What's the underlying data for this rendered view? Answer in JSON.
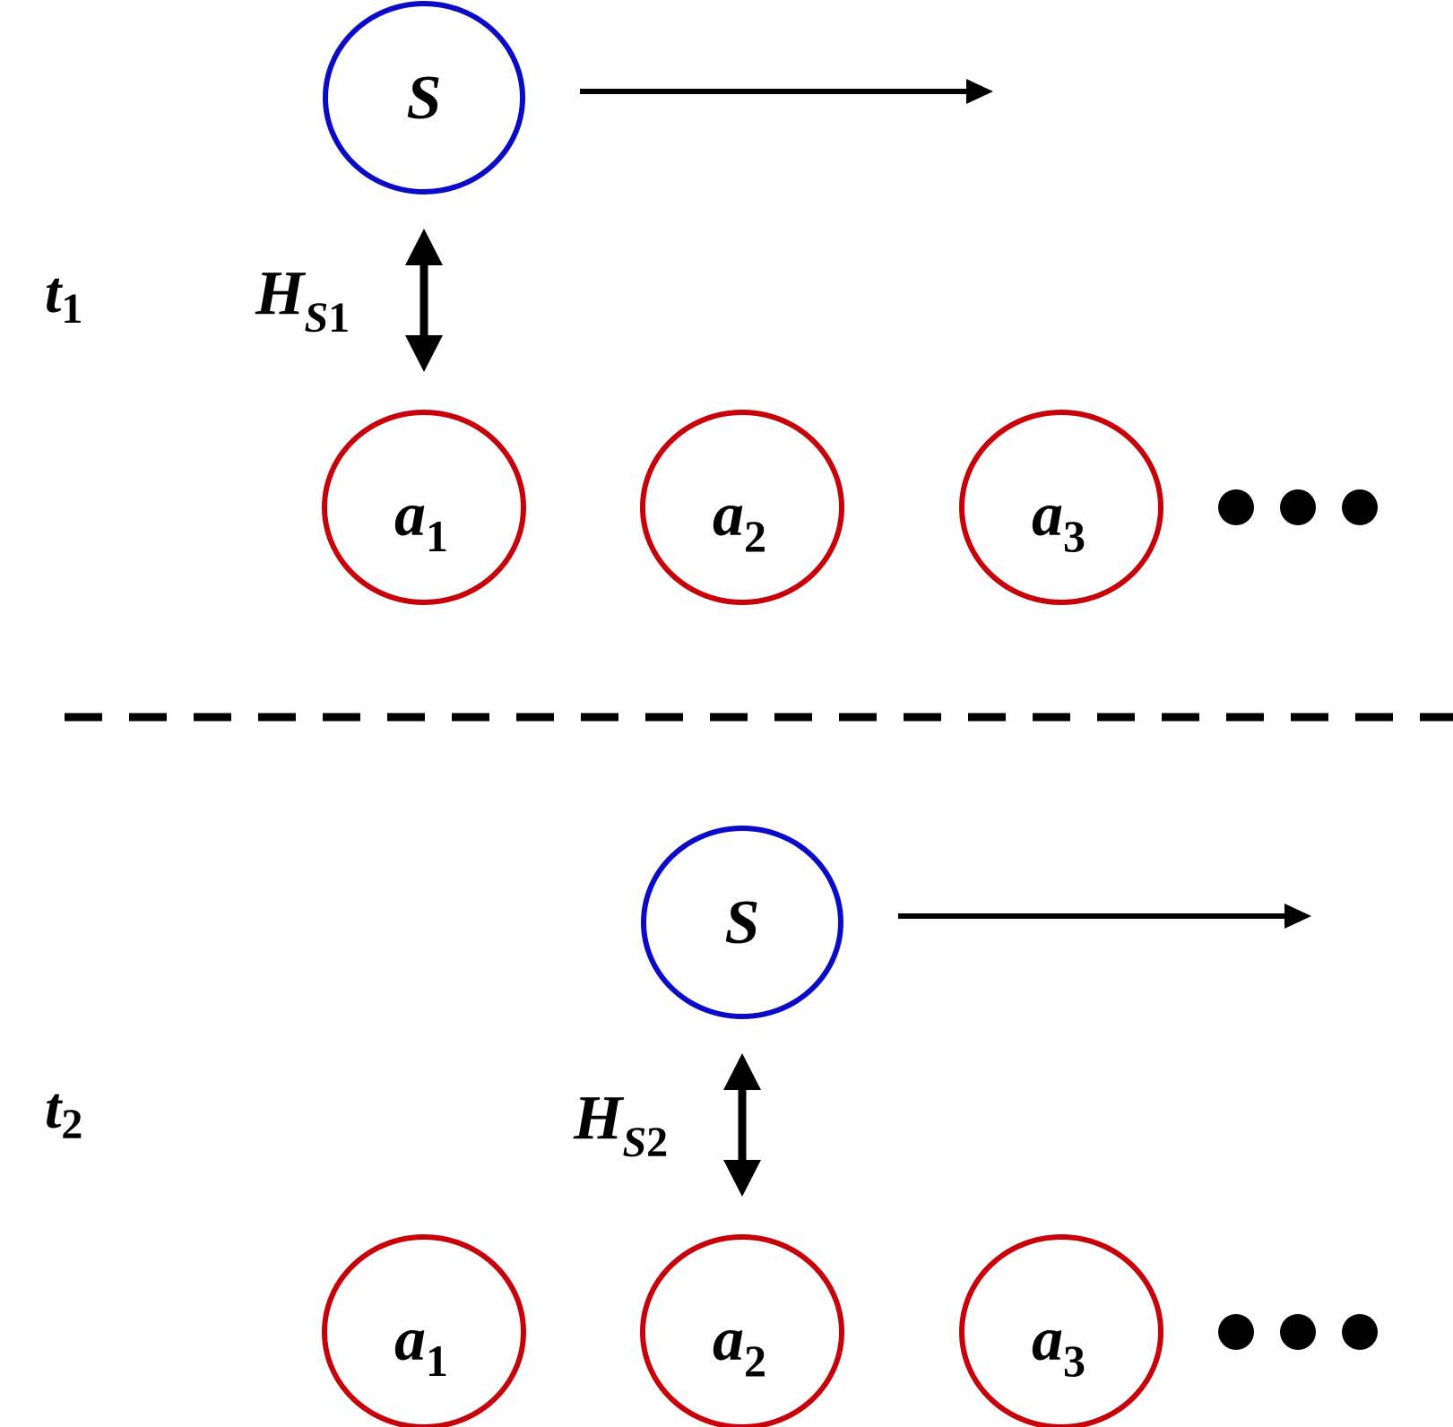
{
  "colors": {
    "system": "#0a0ac8",
    "ancilla": "#c8000a",
    "ink": "#000000"
  },
  "panel1": {
    "time_label": "t",
    "time_sub": "1",
    "system_label": "S",
    "coupling_label": "H",
    "coupling_sub_s": "S",
    "coupling_sub_n": "1",
    "ancillas": [
      {
        "label": "a",
        "sub": "1"
      },
      {
        "label": "a",
        "sub": "2"
      },
      {
        "label": "a",
        "sub": "3"
      }
    ],
    "ellipsis": "•••"
  },
  "panel2": {
    "time_label": "t",
    "time_sub": "2",
    "system_label": "S",
    "coupling_label": "H",
    "coupling_sub_s": "S",
    "coupling_sub_n": "2",
    "ancillas": [
      {
        "label": "a",
        "sub": "1"
      },
      {
        "label": "a",
        "sub": "2"
      },
      {
        "label": "a",
        "sub": "3"
      }
    ],
    "ellipsis": "•••"
  }
}
